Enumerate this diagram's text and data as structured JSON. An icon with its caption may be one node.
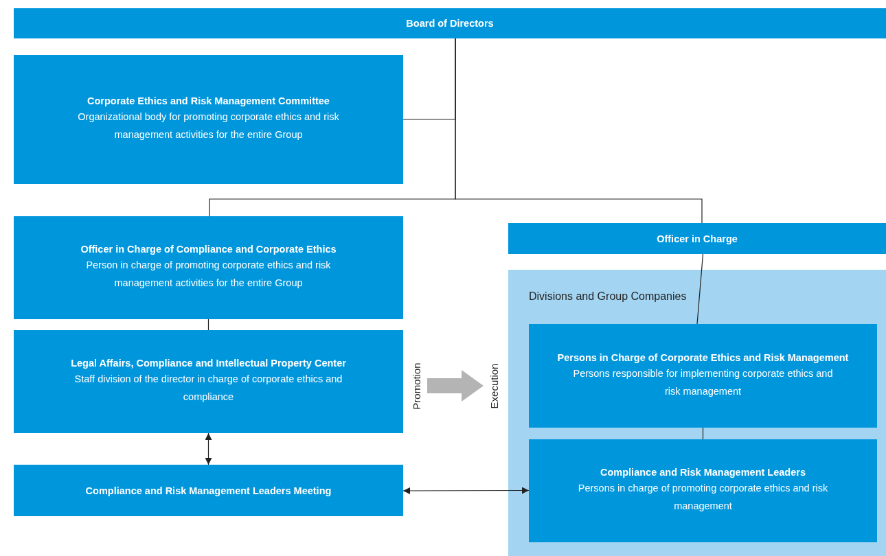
{
  "diagram": {
    "nodes": [
      {
        "text": [
          "Board of Directors"
        ]
      },
      {
        "text": [
          "Corporate Ethics and Risk Management Committee",
          "Organizational body for promoting corporate ethics and risk management activities for the entire Group"
        ]
      },
      {
        "text": [
          "Officer in Charge of Compliance and Corporate Ethics",
          "Person in charge of promoting corporate ethics and risk management activities for the entire Group"
        ]
      },
      {
        "text": [
          "Legal Affairs, Compliance and Intellectual Property Center",
          "Staff division of the director in charge of corporate ethics and compliance"
        ]
      },
      {
        "text": [
          "Compliance and Risk Management Leaders Meeting"
        ]
      },
      {
        "text": [
          "Officer in Charge"
        ]
      },
      {
        "text": [
          "Divisions and Group Companies"
        ]
      },
      {
        "text": [
          "Persons in Charge of Corporate Ethics and Risk Management",
          "Persons responsible for implementing corporate ethics and risk management"
        ],
        "in": 6
      },
      {
        "text": [
          "Compliance and Risk Management Leaders",
          "Persons in charge of promoting corporate ethics and risk management"
        ],
        "in": 6
      },
      {
        "text": [
          "Promotion"
        ]
      },
      {
        "text": [
          "Execution"
        ]
      }
    ],
    "edges": [
      {
        "from": 0,
        "to": 1,
        "arrow": "none"
      },
      {
        "from": 0,
        "to": 2,
        "arrow": "none"
      },
      {
        "from": 0,
        "to": 5,
        "arrow": "none"
      },
      {
        "from": 2,
        "to": 3,
        "arrow": "none"
      },
      {
        "from": 3,
        "to": 4,
        "arrow": "both"
      },
      {
        "from": 5,
        "to": 7,
        "arrow": "none"
      },
      {
        "from": 7,
        "to": 8,
        "arrow": "none"
      },
      {
        "from": 4,
        "to": 8,
        "arrow": "both"
      },
      {
        "from": 9,
        "to": 10,
        "arrow": "to",
        "style": "thick",
        "color": "#b4b4b4"
      }
    ]
  }
}
